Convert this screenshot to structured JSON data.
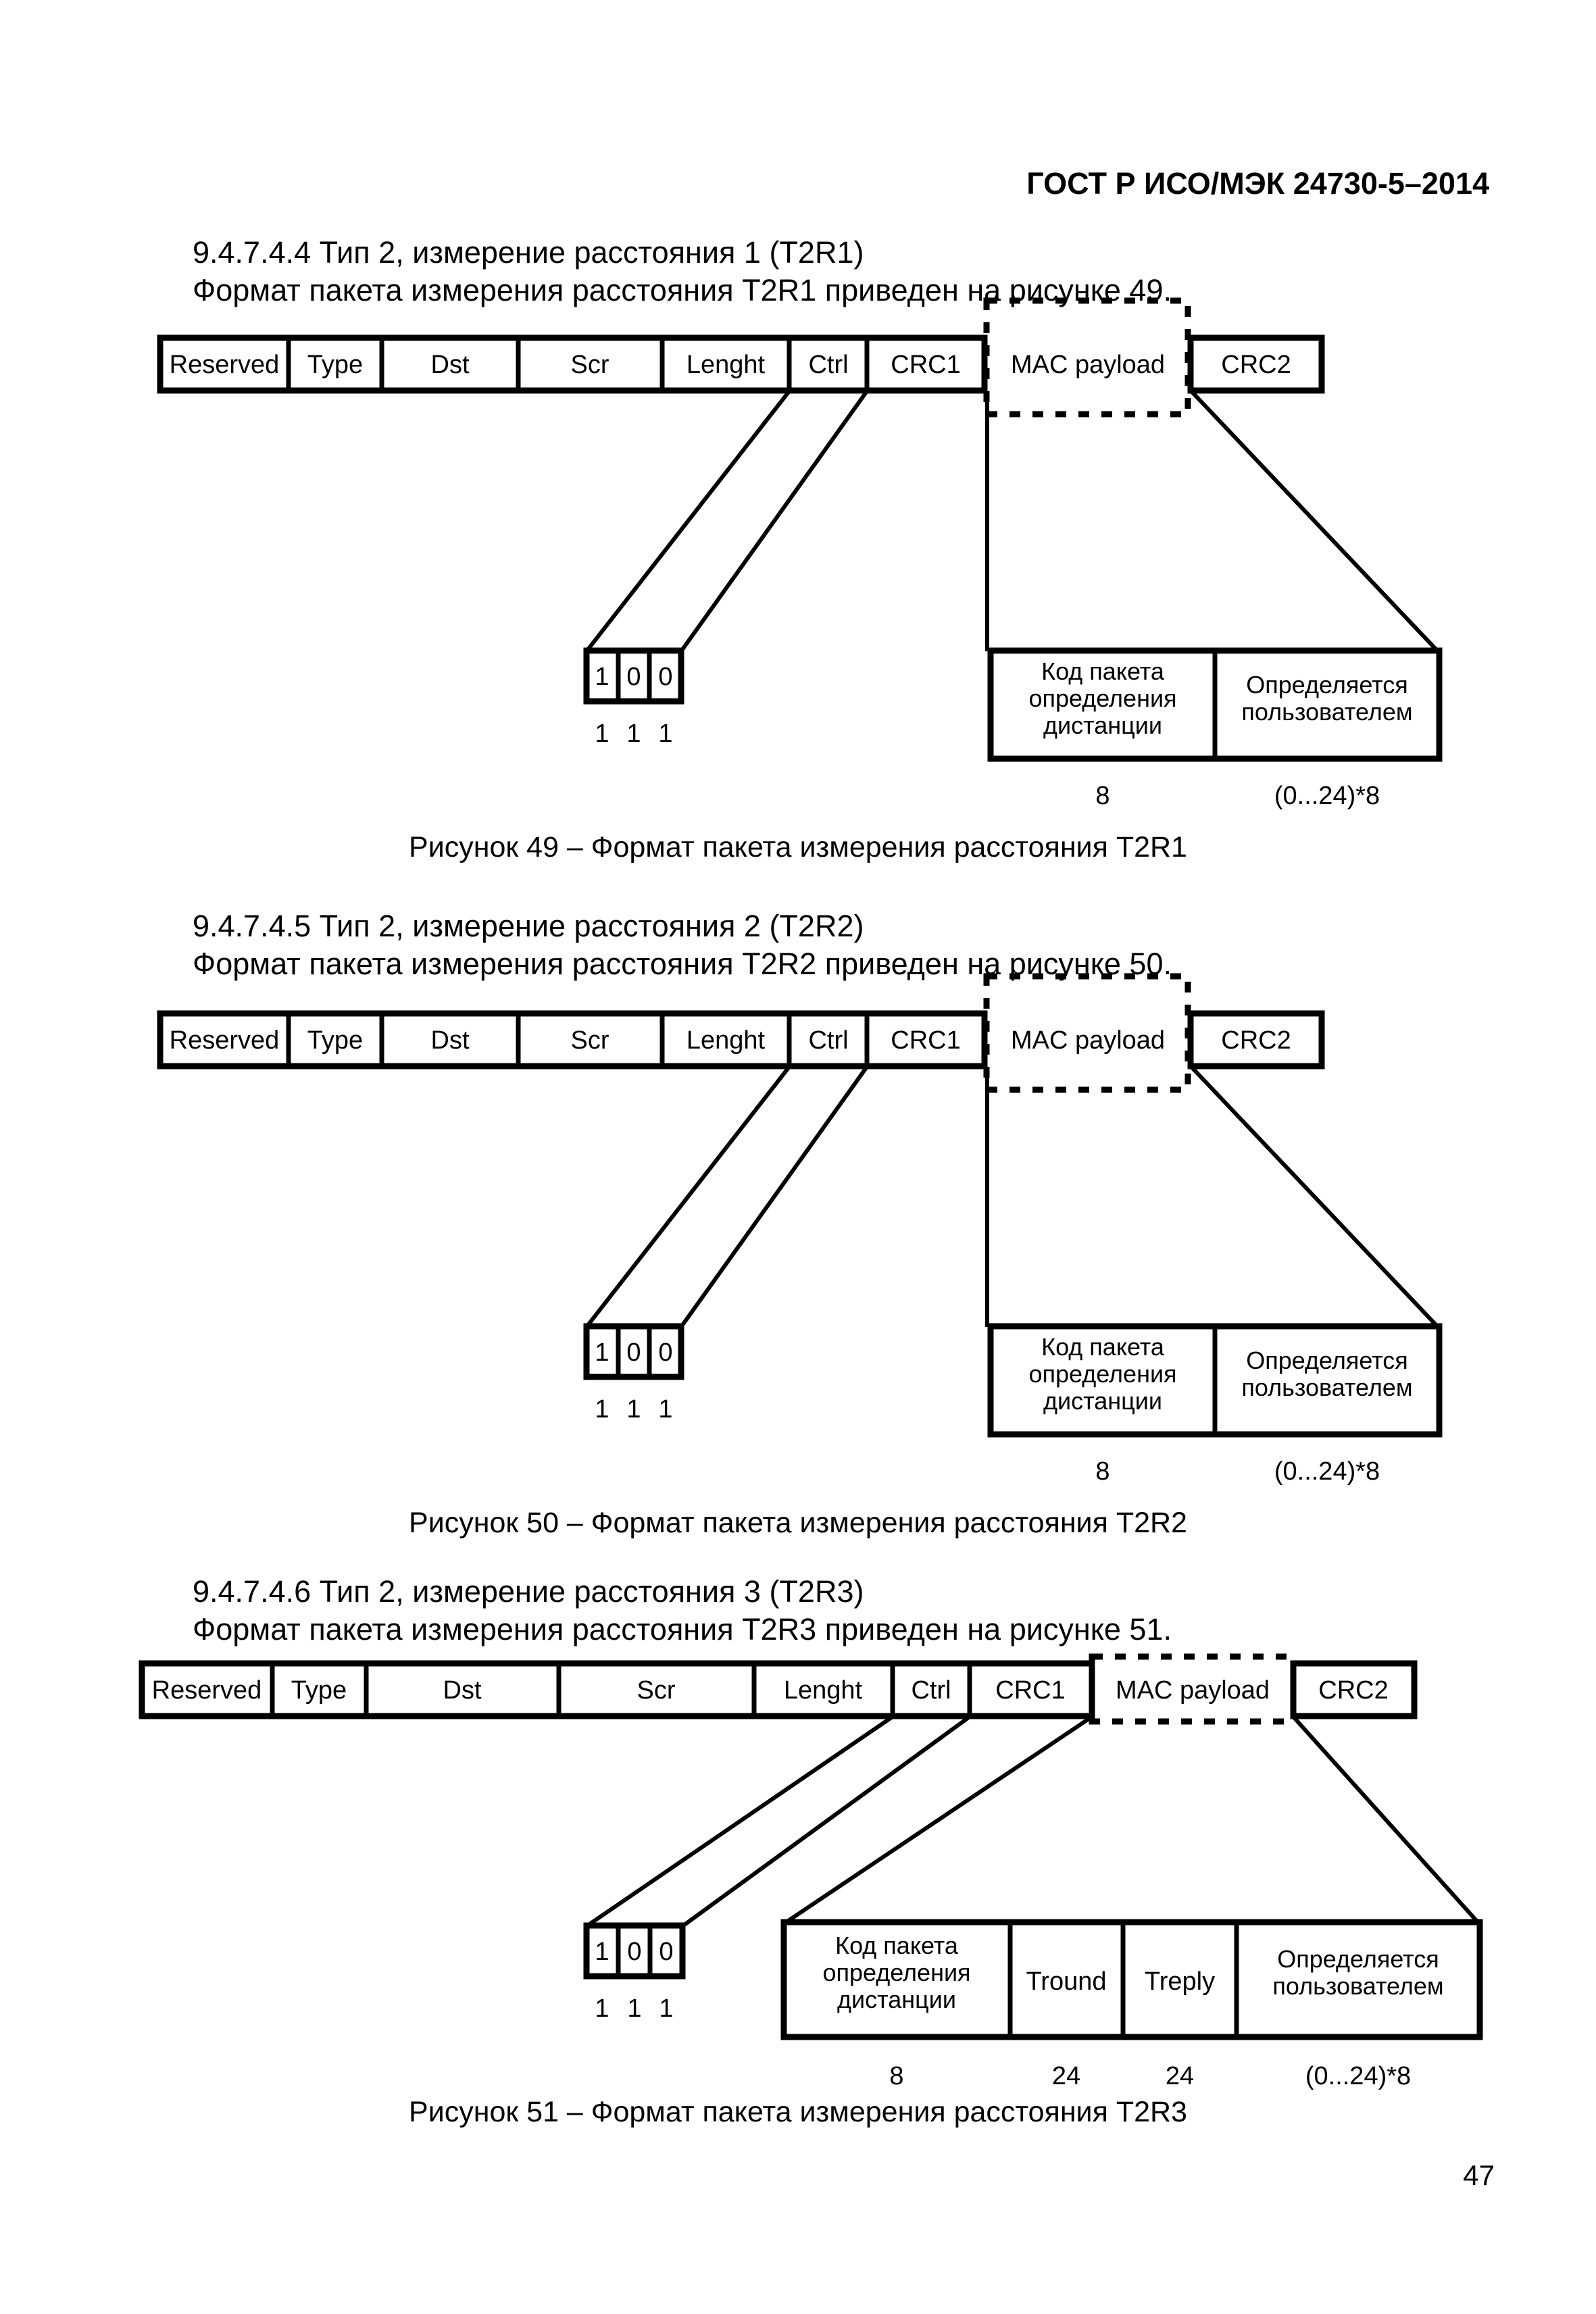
{
  "header": {
    "standard": "ГОСТ Р ИСО/МЭК 24730-5–2014"
  },
  "footer": {
    "page_number": "47"
  },
  "sections": [
    {
      "heading": "9.4.7.4.4 Тип 2, измерение расстояния 1 (T2R1)",
      "body": "Формат пакета измерения расстояния T2R1 приведен на рисунке 49.",
      "caption": "Рисунок 49 – Формат пакета измерения расстояния T2R1"
    },
    {
      "heading": "9.4.7.4.5 Тип 2, измерение расстояния 2 (T2R2)",
      "body": "Формат пакета измерения расстояния T2R2 приведен на рисунке 50.",
      "caption": "Рисунок 50 – Формат пакета измерения расстояния T2R2"
    },
    {
      "heading": "9.4.7.4.6 Тип 2, измерение расстояния 3 (T2R3)",
      "body": "Формат пакета измерения расстояния T2R3 приведен на рисунке 51.",
      "caption": "Рисунок 51 – Формат пакета измерения расстояния T2R3"
    }
  ],
  "packet": {
    "cells": [
      "Reserved",
      "Type",
      "Dst",
      "Scr",
      "Lenght",
      "Ctrl",
      "CRC1",
      "MAC payload",
      "CRC2"
    ],
    "bits": [
      "1",
      "0",
      "0"
    ],
    "bit_widths": [
      "1",
      "1",
      "1"
    ],
    "code_packet_lines": [
      "Код пакета",
      "определения",
      "дистанции"
    ],
    "user_defined_lines": [
      "Определяется",
      "пользователем"
    ],
    "tround": "Tround",
    "treply": "Treply",
    "size_code": "8",
    "size_user": "(0...24)*8",
    "size_tround": "24",
    "size_treply": "24"
  }
}
